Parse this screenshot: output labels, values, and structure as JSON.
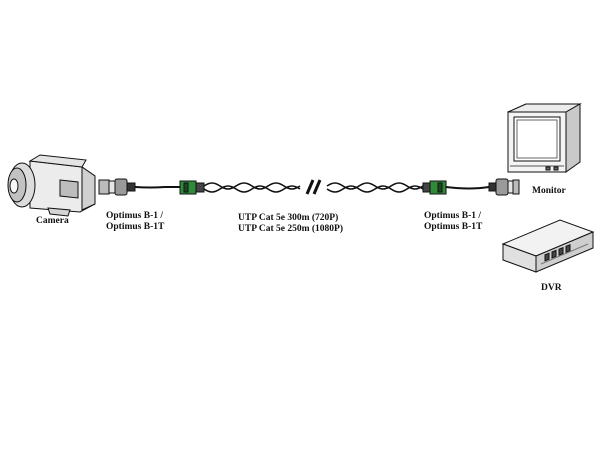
{
  "labels": {
    "camera": "Camera",
    "monitor": "Monitor",
    "dvr": "DVR",
    "left_balun_line1": "Optimus B-1 /",
    "left_balun_line2": "Optimus B-1T",
    "right_balun_line1": "Optimus B-1 /",
    "right_balun_line2": "Optimus B-1T",
    "cable_line1": "UTP Cat 5e 300m (720P)",
    "cable_line2": "UTP Cat 5e 250m (1080P)"
  },
  "colors": {
    "line": "#111111",
    "balun_green": "#2f8a3a",
    "device_fill": "#f2f2f2",
    "shade": "#c8c8c8"
  }
}
